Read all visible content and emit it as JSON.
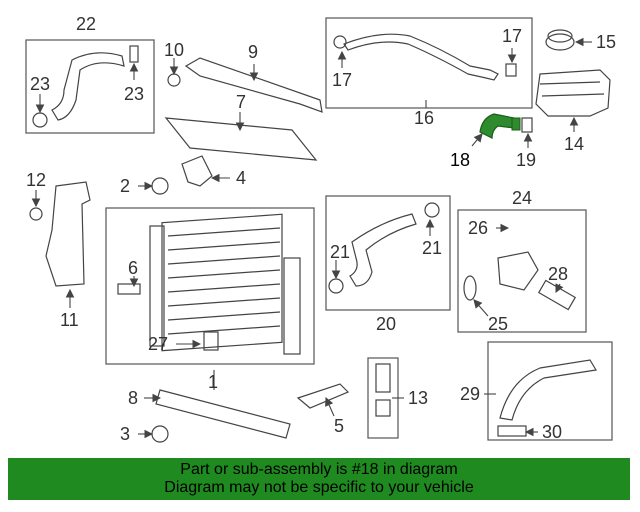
{
  "diagram": {
    "highlighted_part": "18",
    "highlight_color": "#2e8b2e",
    "callouts": [
      "1",
      "2",
      "3",
      "4",
      "5",
      "6",
      "7",
      "8",
      "9",
      "10",
      "11",
      "12",
      "13",
      "14",
      "15",
      "16",
      "17",
      "17",
      "18",
      "19",
      "20",
      "21",
      "21",
      "22",
      "23",
      "23",
      "24",
      "25",
      "26",
      "27",
      "28",
      "29",
      "30"
    ]
  },
  "banner": {
    "line1": "Part or sub-assembly is #18 in diagram",
    "line2": "Diagram may not be specific to your vehicle",
    "background": "#1f8a1f"
  }
}
